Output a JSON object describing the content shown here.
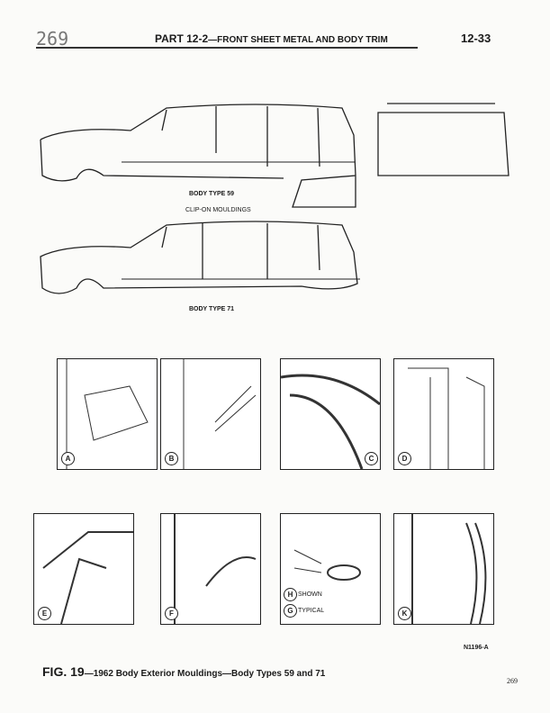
{
  "header": {
    "page_number": "269",
    "part_bold": "PART 12-2",
    "part_title": "—FRONT SHEET METAL AND BODY TRIM",
    "section_page": "12-33"
  },
  "diagram": {
    "label_body59": "BODY TYPE 59",
    "label_clip": "CLIP-ON MOULDINGS",
    "label_body71": "BODY TYPE 71"
  },
  "panels": [
    {
      "letter": "A"
    },
    {
      "letter": "B"
    },
    {
      "letter": "C"
    },
    {
      "letter": "D"
    },
    {
      "letter": "E"
    },
    {
      "letter": "F"
    },
    {
      "letter": "H",
      "note1": "SHOWN",
      "letter2": "G",
      "note2": "TYPICAL"
    },
    {
      "letter": "K"
    }
  ],
  "figure": {
    "code": "N1196-A",
    "fig_label": "FIG. 19",
    "caption": "—1962 Body Exterior Mouldings—Body Types 59 and 71"
  },
  "footer": {
    "page_number": "269"
  }
}
